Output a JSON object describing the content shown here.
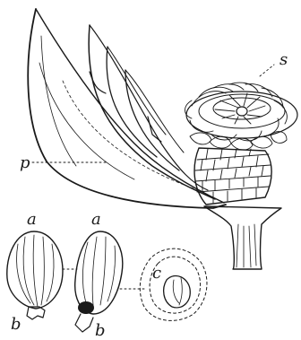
{
  "labels": {
    "s": "s",
    "p": "p",
    "a_left": "a",
    "a_right": "a",
    "b_left": "b",
    "b_right": "b",
    "c": "c"
  }
}
